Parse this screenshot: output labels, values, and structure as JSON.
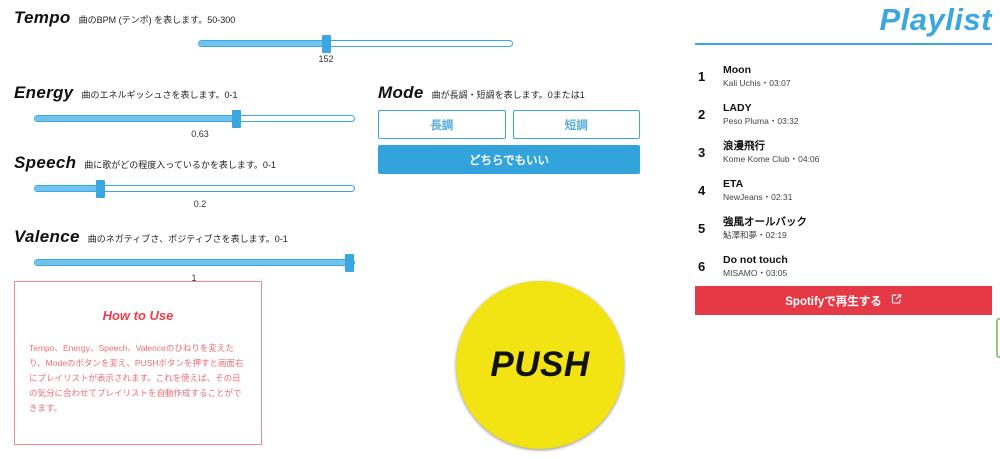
{
  "params": [
    {
      "name": "Tempo",
      "desc": "曲のBPM (テンポ) を表します。50-300",
      "value_label": "152"
    },
    {
      "name": "Energy",
      "desc": "曲のエネルギッシュさを表します。0-1",
      "value_label": "0.63"
    },
    {
      "name": "Speech",
      "desc": "曲に歌がどの程度入っているかを表します。0-1",
      "value_label": "0.2"
    },
    {
      "name": "Valence",
      "desc": "曲のネガティブさ、ポジティブさを表します。0-1",
      "value_label": "1"
    }
  ],
  "mode": {
    "name": "Mode",
    "desc": "曲が長調・短調を表します。0または1",
    "major_label": "長調",
    "minor_label": "短調",
    "either_label": "どちらでもいい"
  },
  "howto": {
    "title": "How to Use",
    "body": "Tempo、Energy、Speech、Valenceのひねりを変えたり、Modeのボタンを変え、PUSHボタンを押すと画面右にプレイリストが表示されます。これを使えば、その日の気分に合わせてプレイリストを自動作成することができます。"
  },
  "push": {
    "label": "PUSH"
  },
  "playlist": {
    "title": "Playlist",
    "tracks": [
      {
        "index": "1",
        "title": "Moon",
        "meta": "Kali Uchis・03:07"
      },
      {
        "index": "2",
        "title": "LADY",
        "meta": "Peso Pluma・03:32"
      },
      {
        "index": "3",
        "title": "浪漫飛行",
        "meta": "Kome Kome Club・04:06"
      },
      {
        "index": "4",
        "title": "ETA",
        "meta": "NewJeans・02:31"
      },
      {
        "index": "5",
        "title": "強風オールバック",
        "meta": "鮎澤和夢・02:19"
      },
      {
        "index": "6",
        "title": "Do not touch",
        "meta": "MISAMO・03:05"
      }
    ],
    "spotify_label": "Spotifyで再生する",
    "spotify_icon": "external-link-icon"
  },
  "colors": {
    "accent_blue": "#3aa7e0",
    "push_yellow": "#f2e313",
    "spotify_red": "#e63946",
    "howto_red": "#e8404a",
    "green": "#8fc97f"
  }
}
